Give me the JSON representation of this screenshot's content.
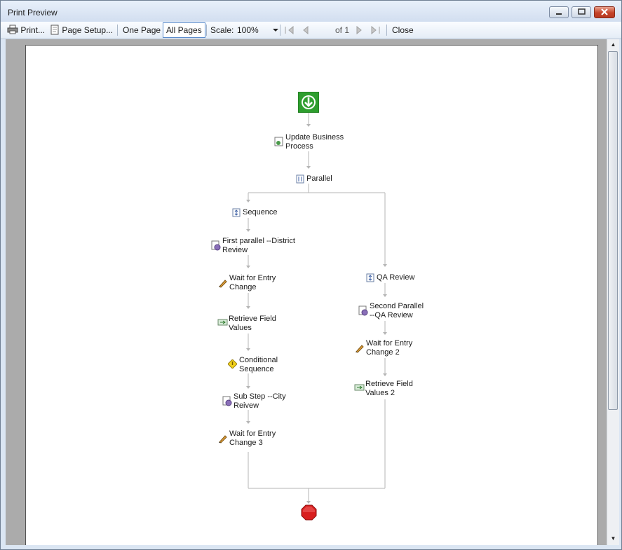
{
  "window": {
    "title": "Print Preview"
  },
  "toolbar": {
    "print": "Print...",
    "page_setup": "Page Setup...",
    "one_page": "One Page",
    "all_pages": "All Pages",
    "scale_label": "Scale:",
    "scale_value": "100%",
    "page_of": "of 1",
    "close": "Close",
    "help": "?"
  },
  "workflow": {
    "steps": [
      {
        "id": "update",
        "label_1": "Update Business",
        "label_2": "Process",
        "icon": "update-process-icon"
      },
      {
        "id": "parallel",
        "label_1": "Parallel",
        "icon": "parallel-icon"
      },
      {
        "id": "sequence",
        "label_1": "Sequence",
        "icon": "sequence-icon"
      },
      {
        "id": "first",
        "label_1": "First parallel --District",
        "label_2": "Review",
        "icon": "review-step-icon"
      },
      {
        "id": "wait1",
        "label_1": "Wait for Entry",
        "label_2": "Change",
        "icon": "pencil-icon"
      },
      {
        "id": "retrieve1",
        "label_1": "Retrieve Field",
        "label_2": "Values",
        "icon": "retrieve-icon"
      },
      {
        "id": "conditional",
        "label_1": "Conditional",
        "label_2": "Sequence",
        "icon": "conditional-icon"
      },
      {
        "id": "substep",
        "label_1": "Sub Step --City",
        "label_2": "Reivew",
        "icon": "review-step-icon"
      },
      {
        "id": "wait3",
        "label_1": "Wait for Entry",
        "label_2": "Change 3",
        "icon": "pencil-icon"
      },
      {
        "id": "qa",
        "label_1": "QA Review",
        "icon": "sequence-icon"
      },
      {
        "id": "second",
        "label_1": "Second Parallel",
        "label_2": "--QA Review",
        "icon": "review-step-icon"
      },
      {
        "id": "wait2",
        "label_1": "Wait for Entry",
        "label_2": "Change 2",
        "icon": "pencil-icon"
      },
      {
        "id": "retrieve2",
        "label_1": "Retrieve Field",
        "label_2": "Values 2",
        "icon": "retrieve-icon"
      }
    ],
    "start_icon": "start-arrow-icon",
    "end_icon": "stop-octagon-icon"
  },
  "colors": {
    "connector": "#b5b5b5",
    "start": "#2e9e2e",
    "stop": "#d81e1e",
    "conditional": "#f2d21b"
  }
}
